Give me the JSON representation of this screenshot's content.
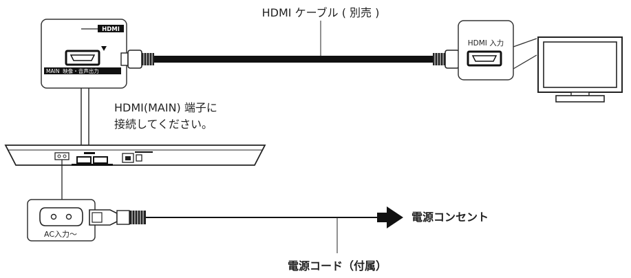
{
  "labels": {
    "hdmi_cable": "HDMI ケーブル ( 別売 )",
    "connect_line1": "HDMI(MAIN) 端子に",
    "connect_line2": "接続してください。",
    "power_outlet": "電源コンセント",
    "power_cord": "電源コード（付属）"
  },
  "ports": {
    "hdmi_logo": "HDMI",
    "main_output": "MAIN  映像・音声出力",
    "tv_input": "HDMI 入力",
    "ac_input": "AC入力～"
  },
  "colors": {
    "line": "#222222",
    "panel_border": "#333333",
    "cable": "#111111"
  }
}
